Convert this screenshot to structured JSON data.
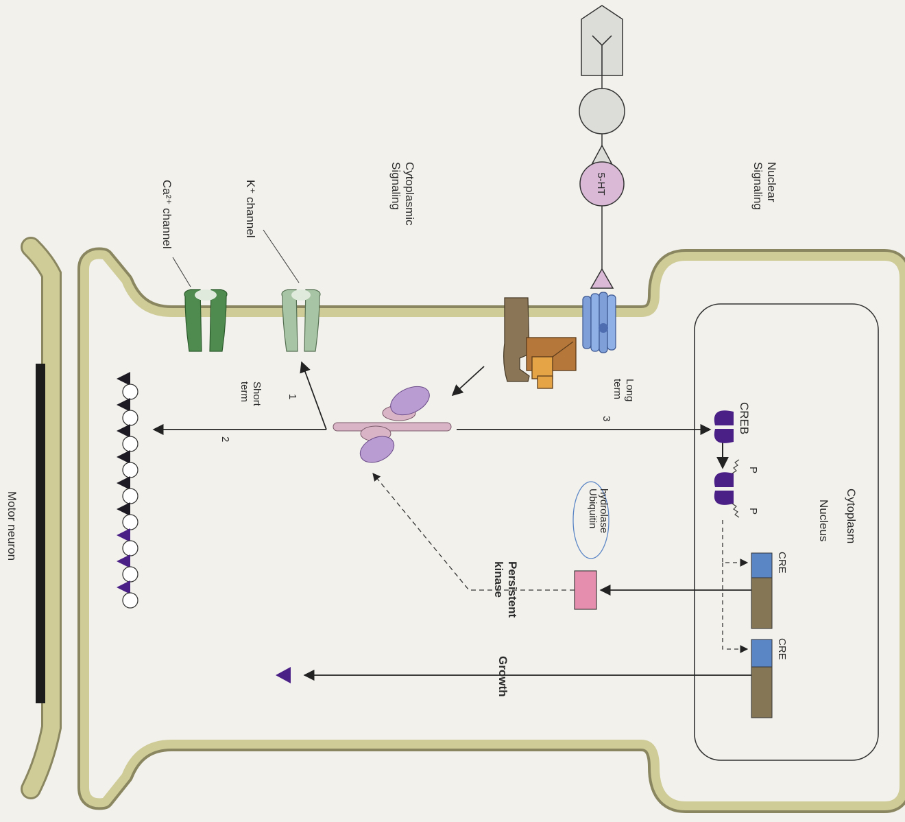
{
  "labels": {
    "nuclear_signaling": [
      "Nuclear",
      "Signaling"
    ],
    "cytoplasmic_signaling": [
      "Cytoplasmic",
      "Signaling"
    ],
    "cytoplasm": "Cytoplasm",
    "nucleus": "Nucleus",
    "five_ht": "5-HT",
    "k_channel": "K⁺ channel",
    "ca_channel": "Ca²⁺ channel",
    "long_term": [
      "Long",
      "term"
    ],
    "short_term": [
      "Short",
      "term"
    ],
    "path_1": "1",
    "path_2": "2",
    "path_3": "3",
    "creb": "CREB",
    "phospho_1": "P",
    "phospho_2": "P",
    "ubiquitin_hydrolase": [
      "Ubiquitin",
      "hydrolase"
    ],
    "persistent_kinase": [
      "Persistent",
      "kinase"
    ],
    "cre_1": "CRE",
    "cre_2": "CRE",
    "growth": "Growth",
    "motor_neuron": "Motor neuron"
  },
  "colors": {
    "membrane": "#cfcc98",
    "membrane_edge": "#8a8760",
    "ca_channel": "#4f8a4f",
    "k_channel": "#a7c5a4",
    "receptor": "#7f9fd9",
    "g_protein": "#8a7556",
    "adenylyl_cyclase": "#b5773a",
    "pka_catalytic": "#b99cd1",
    "pka_regulatory": "#d8b4c6",
    "creb": "#4a1f86",
    "persistent_kinase": "#e58eae",
    "cre_blue": "#5b86c6",
    "gene_brown": "#857656",
    "transmitter_vesicle": "#2a1f40",
    "serotonin_circle": "#d9b9d6",
    "interneuron": "#dcdcd8"
  }
}
